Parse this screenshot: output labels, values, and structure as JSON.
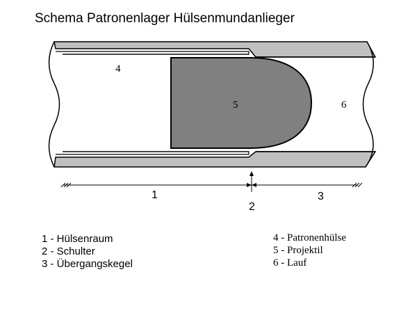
{
  "title": "Schema Patronenlager Hülsenmundanlieger",
  "colors": {
    "barrel_wall": "#c0c0c0",
    "projectile": "#808080",
    "outline": "#000000",
    "background": "#ffffff"
  },
  "part_labels": {
    "casing": "4",
    "projectile": "5",
    "barrel": "6"
  },
  "dimension_labels": {
    "chamber": "1",
    "shoulder": "2",
    "transition_cone": "3"
  },
  "legend_left": [
    "1 - Hülsenraum",
    "2 - Schulter",
    "3 - Übergangskegel"
  ],
  "legend_right": [
    "4 - Patronenhülse",
    "5 - Projektil",
    "6 - Lauf"
  ]
}
